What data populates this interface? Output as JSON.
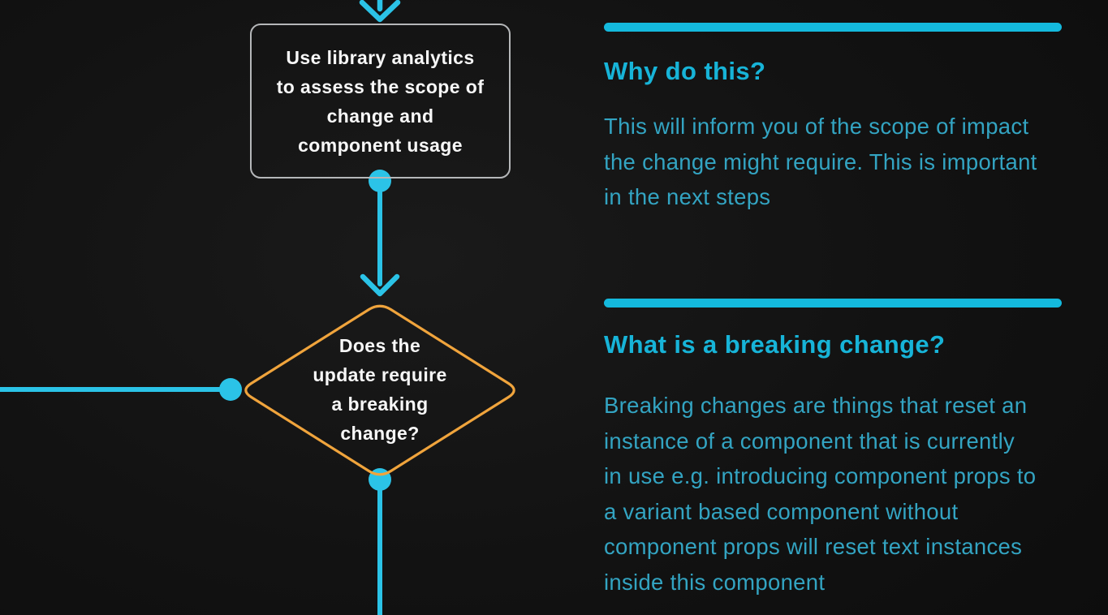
{
  "colors": {
    "background": "#121212",
    "connector_cyan": "#2bc3e7",
    "divider_bar_cyan": "#14b9dd",
    "heading_cyan": "#17b4d8",
    "body_text_cyan": "#33a4c2",
    "diamond_orange": "#f0a43c",
    "process_box_border": "#b5b7b9",
    "shape_text_white": "#f7f7f7"
  },
  "flowchart": {
    "process_box": {
      "text": "Use library analytics\nto assess the scope of\nchange and\ncomponent usage"
    },
    "decision_diamond": {
      "text": "Does the\nupdate require\na breaking\nchange?"
    }
  },
  "annotations": {
    "section1": {
      "heading": "Why do this?",
      "body": "This will inform you of the scope of impact\nthe change might require. This is important\nin the next steps"
    },
    "section2": {
      "heading": "What is a breaking change?",
      "body": "Breaking changes are things that reset an\ninstance of a component that is currently\nin use e.g. introducing component props to\na variant based component without\ncomponent props will reset text instances\ninside this component"
    }
  }
}
